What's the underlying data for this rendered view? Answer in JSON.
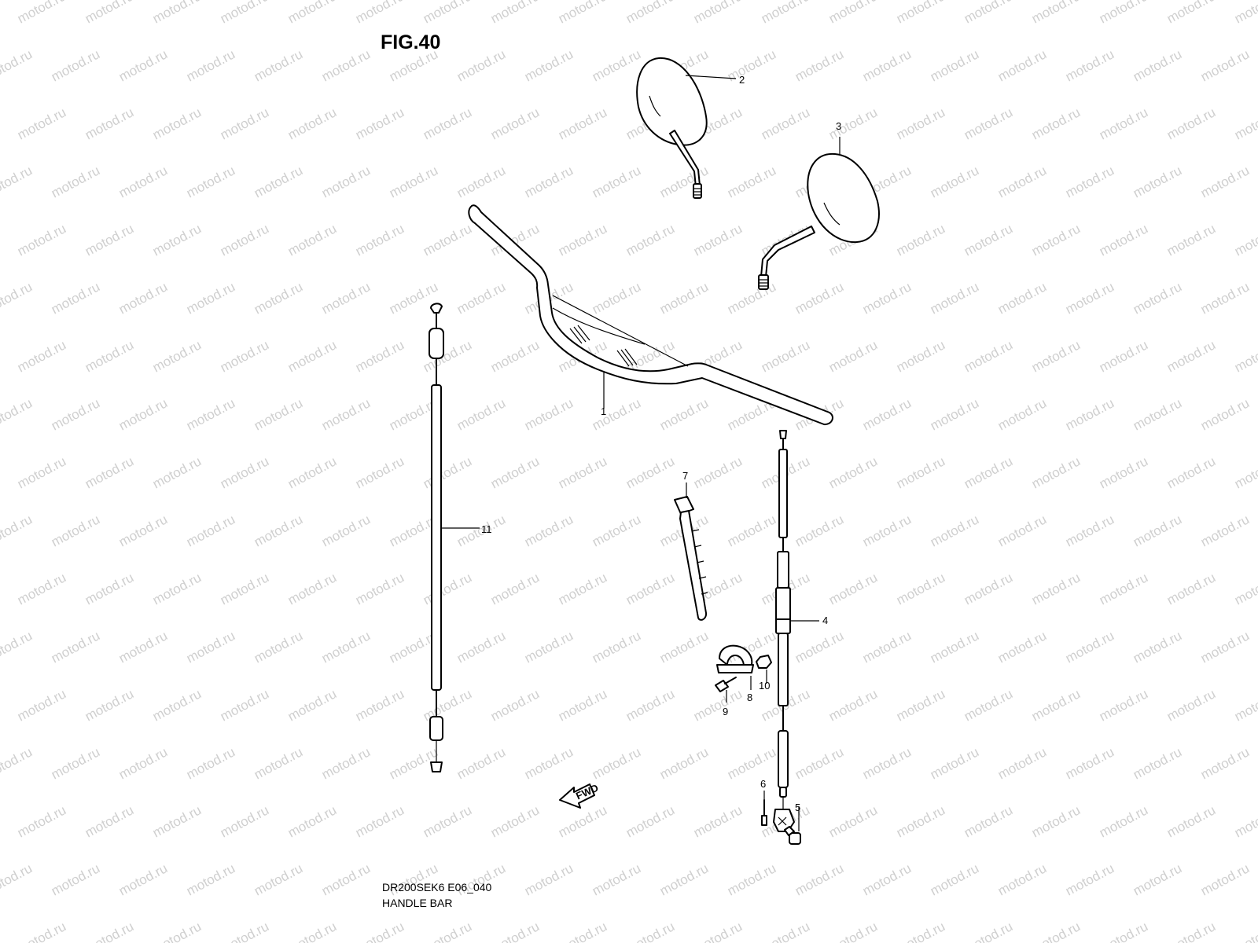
{
  "figure": {
    "title": "FIG.40",
    "model_code": "DR200SEK6 E06_040",
    "name": "HANDLE BAR"
  },
  "watermark": "motod.ru",
  "callouts": {
    "c1": "1",
    "c2": "2",
    "c3": "3",
    "c4": "4",
    "c5": "5",
    "c6": "6",
    "c7": "7",
    "c8": "8",
    "c9": "9",
    "c10": "10",
    "c11": "11"
  },
  "fwd_label": "FWD"
}
